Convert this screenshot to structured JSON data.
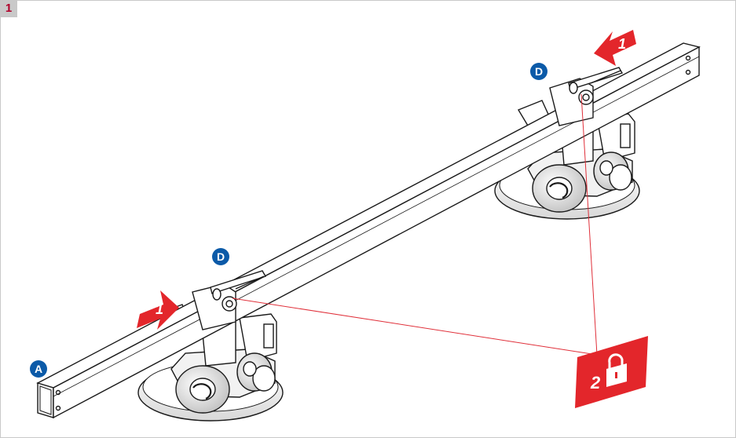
{
  "step_number": "1",
  "callouts": {
    "a": "A",
    "d_left": "D",
    "d_right": "D"
  },
  "arrows": {
    "left_label": "1",
    "right_label": "1"
  },
  "lock_badge": {
    "number": "2",
    "icon": "padlock-icon"
  },
  "colors": {
    "accent_red": "#e3262b",
    "callout_blue": "#0b5aa8",
    "step_tag_bg": "#c9c9c9",
    "guide_line": "#e0303a"
  }
}
